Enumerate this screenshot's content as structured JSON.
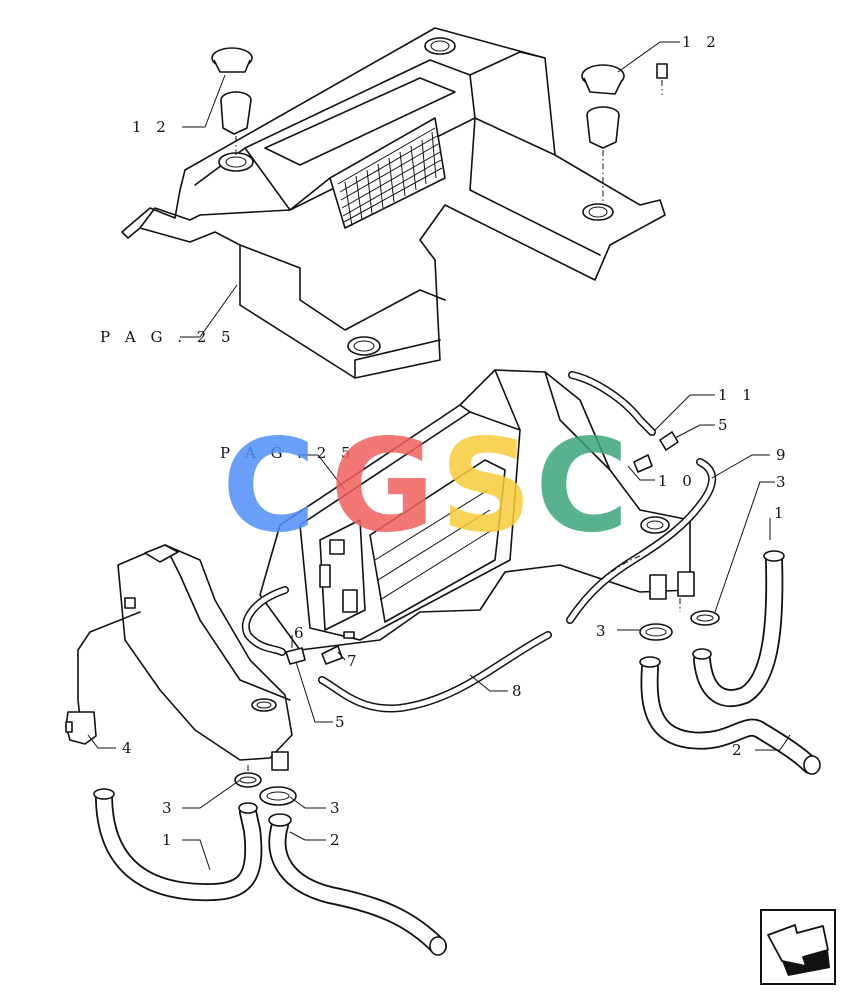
{
  "callouts": [
    {
      "id": "c12a",
      "text": "1 2"
    },
    {
      "id": "c12b",
      "text": "1 2"
    },
    {
      "id": "cpag25a",
      "text": "P A G . 2 5"
    },
    {
      "id": "cpag25b",
      "text": "P A G . 2 5"
    },
    {
      "id": "c11",
      "text": "1 1"
    },
    {
      "id": "c5a",
      "text": "5"
    },
    {
      "id": "c9",
      "text": "9"
    },
    {
      "id": "c10",
      "text": "1 0"
    },
    {
      "id": "c3a",
      "text": "3"
    },
    {
      "id": "c1a",
      "text": "1"
    },
    {
      "id": "c3b",
      "text": "3"
    },
    {
      "id": "c2a",
      "text": "2"
    },
    {
      "id": "c6",
      "text": "6"
    },
    {
      "id": "c7",
      "text": "7"
    },
    {
      "id": "c8",
      "text": "8"
    },
    {
      "id": "c5b",
      "text": "5"
    },
    {
      "id": "c4",
      "text": "4"
    },
    {
      "id": "c3c",
      "text": "3"
    },
    {
      "id": "c3d",
      "text": "3"
    },
    {
      "id": "c1b",
      "text": "1"
    },
    {
      "id": "c2b",
      "text": "2"
    }
  ],
  "watermark": {
    "letters": [
      "C",
      "G",
      "S",
      "C"
    ],
    "colors": [
      "#4f8ff7",
      "#f0605d",
      "#f7cc3b",
      "#3aa57a"
    ]
  },
  "nav_icon": "next-page-arrow-icon"
}
